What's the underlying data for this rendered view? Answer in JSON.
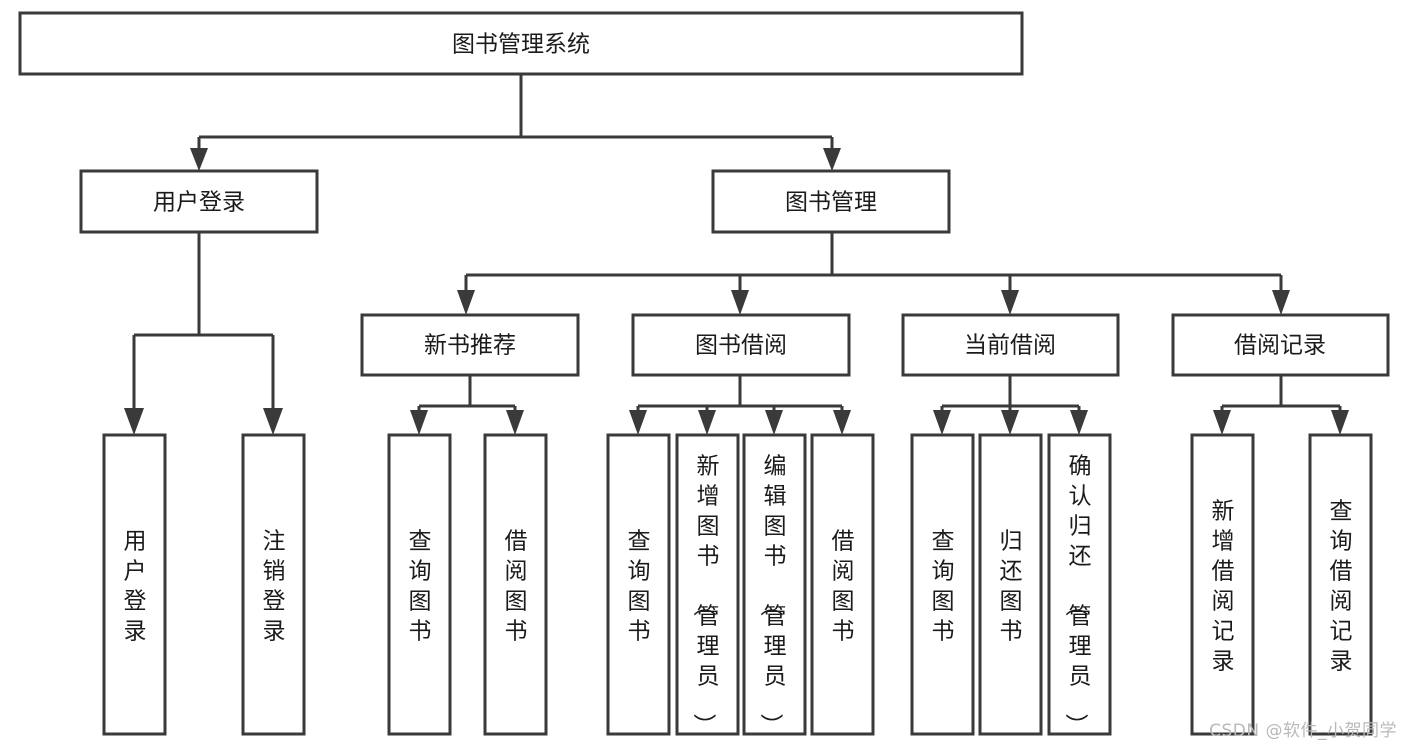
{
  "diagram": {
    "title_node": {
      "id": "root",
      "label": "图书管理系统"
    },
    "level2": [
      {
        "id": "user-login",
        "label": "用户登录"
      },
      {
        "id": "book-manage",
        "label": "图书管理"
      }
    ],
    "level3": [
      {
        "id": "new-book-recommend",
        "label": "新书推荐"
      },
      {
        "id": "book-borrow",
        "label": "图书借阅"
      },
      {
        "id": "current-borrow",
        "label": "当前借阅"
      },
      {
        "id": "borrow-record",
        "label": "借阅记录"
      }
    ],
    "leaves": {
      "user_login": [
        {
          "id": "leaf-user-login",
          "label": "用户登录"
        },
        {
          "id": "leaf-logout-login",
          "label": "注销登录"
        }
      ],
      "new_book_recommend": [
        {
          "id": "leaf-query-book-1",
          "label": "查询图书"
        },
        {
          "id": "leaf-borrow-book-1",
          "label": "借阅图书"
        }
      ],
      "book_borrow": [
        {
          "id": "leaf-query-book-2",
          "label": "查询图书"
        },
        {
          "id": "leaf-add-book",
          "label": "新增图书（管理员）"
        },
        {
          "id": "leaf-edit-book",
          "label": "编辑图书（管理员）"
        },
        {
          "id": "leaf-borrow-book-2",
          "label": "借阅图书"
        }
      ],
      "current_borrow": [
        {
          "id": "leaf-query-book-3",
          "label": "查询图书"
        },
        {
          "id": "leaf-return-book",
          "label": "归还图书"
        },
        {
          "id": "leaf-confirm-return",
          "label": "确认归还（管理员）"
        }
      ],
      "borrow_record": [
        {
          "id": "leaf-add-record",
          "label": "新增借阅记录"
        },
        {
          "id": "leaf-query-record",
          "label": "查询借阅记录"
        }
      ]
    },
    "colors": {
      "box_stroke": "#3a3a3a",
      "box_fill": "#ffffff",
      "text": "#1b1b1b",
      "background": "#ffffff",
      "watermark": "#b9b9b9"
    }
  },
  "watermark": {
    "text": "CSDN @软件_小贺同学"
  }
}
